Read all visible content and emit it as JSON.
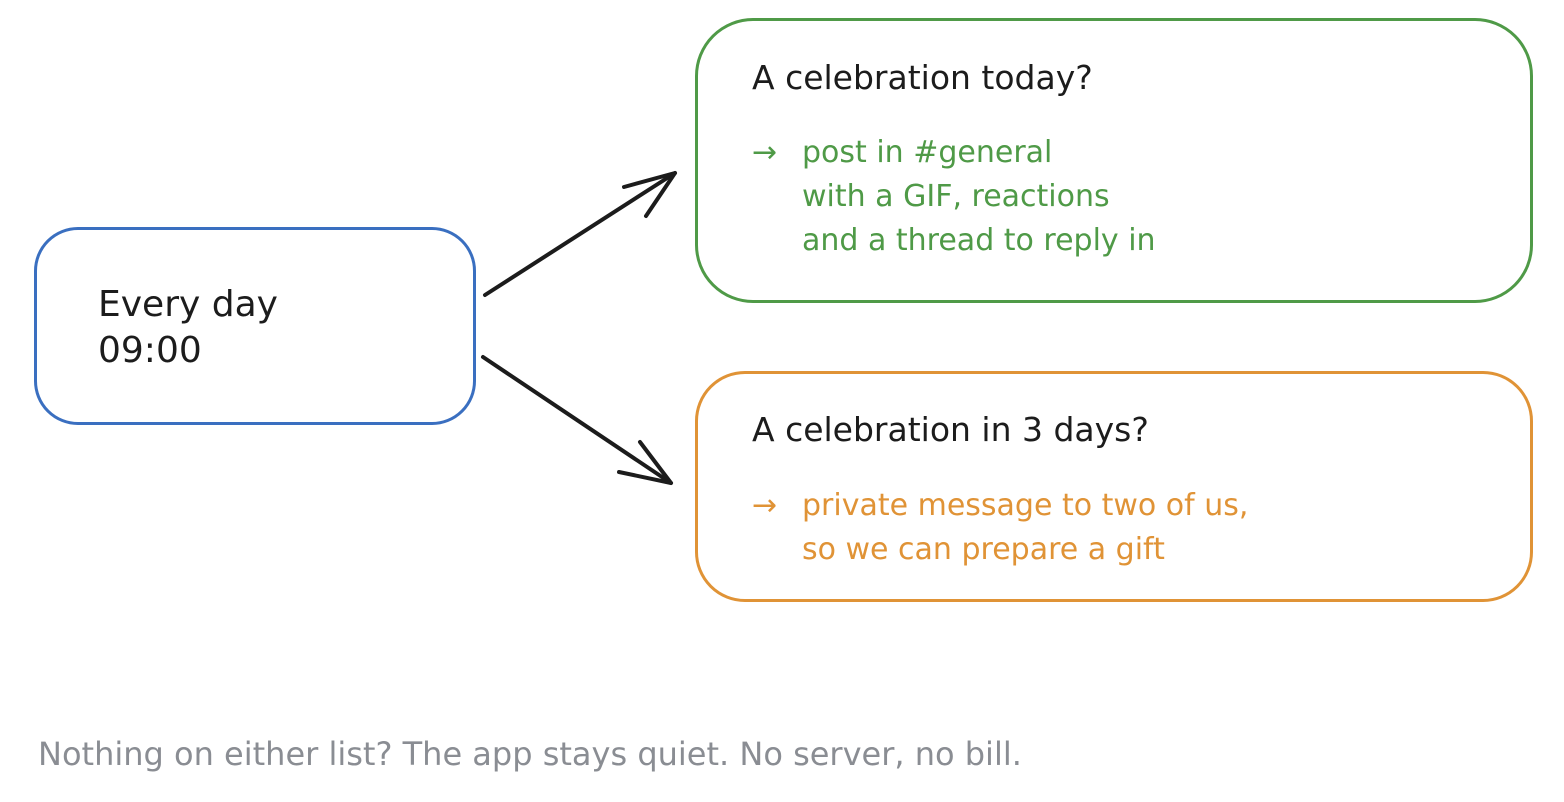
{
  "trigger": {
    "line1": "Every day",
    "line2": "09:00",
    "color": "#3a6fc0"
  },
  "today": {
    "title": "A celebration today?",
    "arrow": "→",
    "lines": [
      "post in #general",
      "with a GIF, reactions",
      "and a thread to reply in"
    ],
    "color": "#4f9a47"
  },
  "soon": {
    "title": "A celebration in 3 days?",
    "arrow": "→",
    "lines": [
      "private message to two of us,",
      "so we can prepare a gift"
    ],
    "color": "#e09336"
  },
  "footer": {
    "text": "Nothing on either list? The app stays quiet. No server, no bill."
  }
}
